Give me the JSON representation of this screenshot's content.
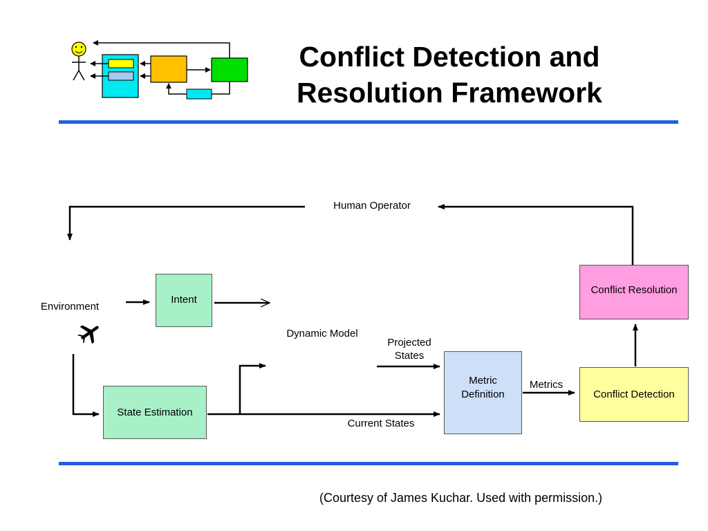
{
  "title": {
    "line1": "Conflict Detection and",
    "line2": "Resolution Framework"
  },
  "diagram": {
    "human_operator": "Human Operator",
    "environment": "Environment",
    "intent": "Intent",
    "dynamic_model": "Dynamic Model",
    "state_estimation": "State Estimation",
    "projected_states": {
      "line1": "Projected",
      "line2": "States"
    },
    "current_states": "Current States",
    "metric_definition": {
      "line1": "Metric",
      "line2": "Definition"
    },
    "metrics": "Metrics",
    "conflict_detection": "Conflict Detection",
    "conflict_resolution": "Conflict Resolution"
  },
  "footer": {
    "courtesy": "(Courtesy of James Kuchar. Used with permission.)"
  },
  "colors": {
    "intent": "#a8f0c8",
    "state_estimation": "#a8f0c8",
    "metric_definition": "#cde0f8",
    "conflict_detection": "#ffff9e",
    "conflict_resolution": "#ff9ee0",
    "rule": "#1f5fe0"
  }
}
